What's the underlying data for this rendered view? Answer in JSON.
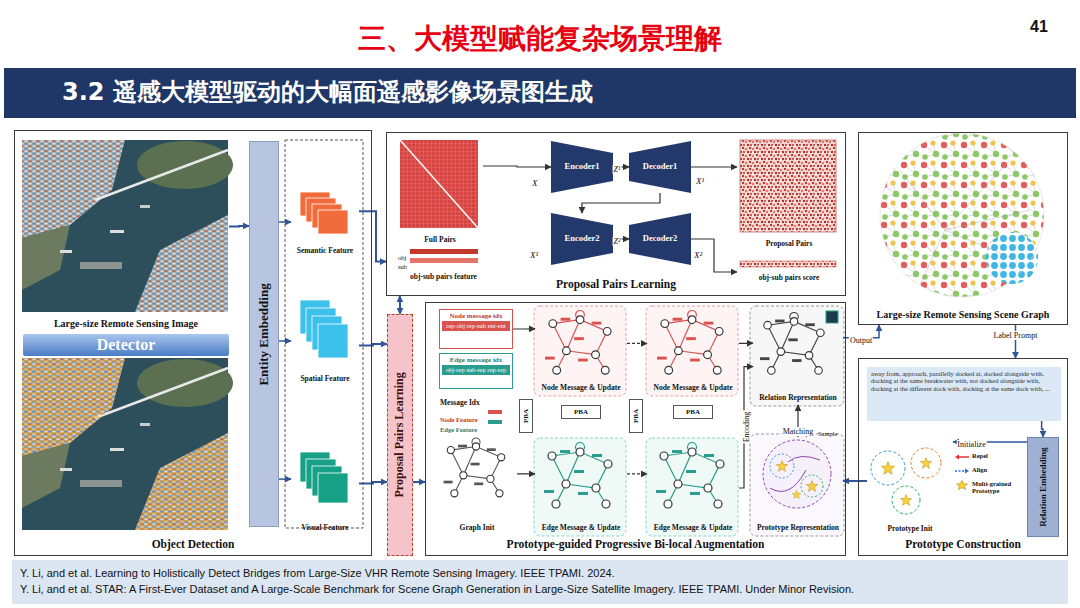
{
  "diagram": {
    "title": "三、大模型赋能复杂场景理解",
    "nodes": [
      {
        "text": [
          "3.2 遥感大模型驱动的大幅面遥感影像场景图生成"
        ]
      },
      {
        "text": [
          "Object Detection"
        ]
      },
      {
        "text": [
          "Large-size Remote Sensing Image"
        ],
        "in": 1
      },
      {
        "text": [
          "Detector"
        ],
        "in": 1
      },
      {
        "text": [
          "Entity Embedding"
        ],
        "in": 1
      },
      {
        "text": [
          "Semantic Feature"
        ],
        "in": 1
      },
      {
        "text": [
          "Spatial Feature"
        ],
        "in": 1
      },
      {
        "text": [
          "Visual Feature"
        ],
        "in": 1
      },
      {
        "text": [
          "Proposal Pairs Learning"
        ]
      },
      {
        "text": [
          "Full Pairs"
        ],
        "in": 8
      },
      {
        "text": [
          "Encoder1"
        ],
        "in": 8
      },
      {
        "text": [
          "Decoder1"
        ],
        "in": 8
      },
      {
        "text": [
          "Encoder2"
        ],
        "in": 8
      },
      {
        "text": [
          "Decoder2"
        ],
        "in": 8
      },
      {
        "text": [
          "Proposal Pairs"
        ],
        "in": 8
      },
      {
        "text": [
          "obj-sub pairs score"
        ],
        "in": 8
      },
      {
        "text": [
          "Proposal Pairs Learning"
        ]
      },
      {
        "text": [
          "Prototype-guided Progressive Bi-local Augmentation"
        ]
      },
      {
        "text": [
          "Node message idx",
          "rep-obj rep-sub ent-ent"
        ],
        "in": 17
      },
      {
        "text": [
          "Edge message idx",
          "obj-rep sub-rep rep-rep"
        ],
        "in": 17
      },
      {
        "text": [
          "Graph Init"
        ],
        "in": 17
      },
      {
        "text": [
          "Node Message & Update"
        ],
        "in": 17
      },
      {
        "text": [
          "Edge Message & Update"
        ],
        "in": 17
      },
      {
        "text": [
          "Node Message & Update"
        ],
        "in": 17
      },
      {
        "text": [
          "Edge Message & Update"
        ],
        "in": 17
      },
      {
        "text": [
          "Relation Representation"
        ],
        "in": 17
      },
      {
        "text": [
          "Prototype Representation"
        ],
        "in": 17
      },
      {
        "text": [
          "PBA"
        ],
        "in": 17
      },
      {
        "text": [
          "PBA"
        ],
        "in": 17
      },
      {
        "text": [
          "PBA"
        ],
        "in": 17
      },
      {
        "text": [
          "PBA"
        ],
        "in": 17
      },
      {
        "text": [
          "Large-size Remote Sensing Scene Graph"
        ]
      },
      {
        "text": [
          "Prototype Construction"
        ]
      },
      {
        "text": [
          "away from, approach, parallelly docked at, docked alongside with, docking at the same breakwater with, not docked alongside with, docking at the different dock with, docking at the same dock with, ..."
        ],
        "in": 32
      },
      {
        "text": [
          "Relation Embedding"
        ],
        "in": 32
      },
      {
        "text": [
          "Prototype Init"
        ],
        "in": 32
      },
      {
        "text": [
          "Y. Li, and et al. Learning to Holistically Detect Bridges from Large-Size VHR Remote Sensing Imagery. IEEE TPAMI. 2024.",
          "Y. Li, and et al. STAR: A First-Ever Dataset and A Large-Scale Benchmark for Scene Graph Generation in Large-Size Satellite Imagery. IEEE TPAMI. Under Minor Revision."
        ]
      }
    ],
    "edges": [
      {
        "from": 5,
        "to": 8,
        "arrow": "to"
      },
      {
        "from": 6,
        "to": 16,
        "arrow": "to"
      },
      {
        "from": 7,
        "to": 16,
        "arrow": "to"
      },
      {
        "from": 16,
        "to": 8,
        "arrow": "both"
      },
      {
        "from": 16,
        "to": 17,
        "arrow": "to"
      },
      {
        "from": 2,
        "to": 4,
        "arrow": "to"
      },
      {
        "from": 4,
        "to": 5,
        "arrow": "to"
      },
      {
        "from": 4,
        "to": 6,
        "arrow": "to"
      },
      {
        "from": 4,
        "to": 7,
        "arrow": "to"
      },
      {
        "from": 9,
        "to": 10,
        "arrow": "to"
      },
      {
        "from": 10,
        "to": 11,
        "arrow": "to",
        "label": "Z¹"
      },
      {
        "from": 11,
        "to": 14,
        "arrow": "to"
      },
      {
        "from": 11,
        "to": 12,
        "arrow": "to"
      },
      {
        "from": 12,
        "to": 13,
        "arrow": "to",
        "label": "Z²"
      },
      {
        "from": 13,
        "to": 15,
        "arrow": "to"
      },
      {
        "from": 18,
        "to": 21,
        "arrow": "to"
      },
      {
        "from": 20,
        "to": 22,
        "arrow": "to"
      },
      {
        "from": 21,
        "to": 23,
        "arrow": "to"
      },
      {
        "from": 22,
        "to": 24,
        "arrow": "to"
      },
      {
        "from": 23,
        "to": 25,
        "arrow": "to"
      },
      {
        "from": 24,
        "to": 25,
        "arrow": "to",
        "label": "Encoding"
      },
      {
        "from": 26,
        "to": 25,
        "arrow": "to",
        "label": "Matching"
      },
      {
        "from": 25,
        "to": 31,
        "arrow": "to",
        "label": "Output"
      },
      {
        "from": 31,
        "to": 32,
        "arrow": "to",
        "label": "Label Prompt"
      },
      {
        "from": 33,
        "to": 34,
        "arrow": "to"
      },
      {
        "from": 34,
        "to": 35,
        "arrow": "to",
        "label": "Initialize"
      },
      {
        "from": 35,
        "to": 26,
        "arrow": "to"
      }
    ],
    "labels": [
      "41",
      "obj",
      "sub",
      "obj-sub pairs feature",
      "X",
      "X¹",
      "X¹",
      "X²",
      "Message Idx",
      "Node Feature",
      "Edge Feature",
      "Sample"
    ],
    "legend": [
      {
        "text": "Repel"
      },
      {
        "text": "Align"
      },
      {
        "text": "Multi-grained Prototype"
      }
    ]
  }
}
